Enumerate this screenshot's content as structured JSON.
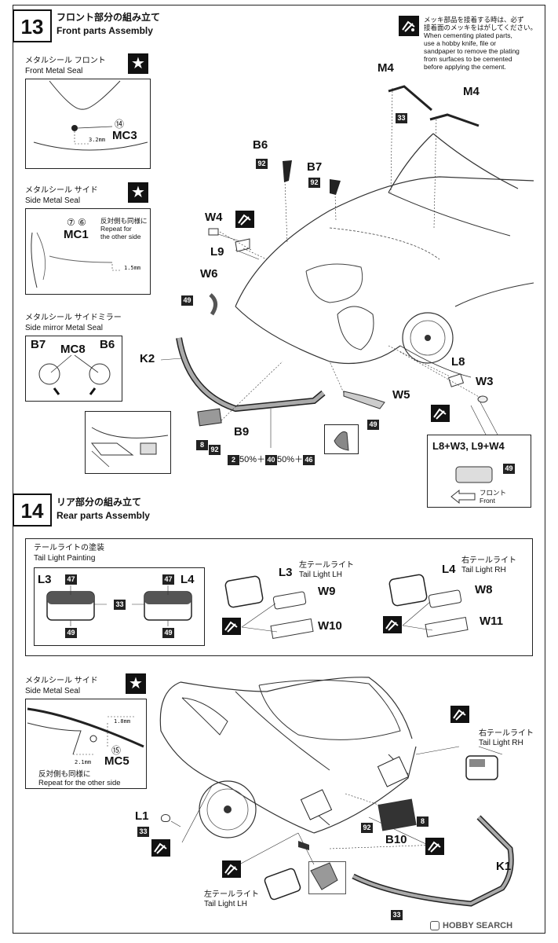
{
  "step13": {
    "number": "13",
    "title_jp": "フロント部分の組み立て",
    "title_en": "Front parts Assembly",
    "plating_note": {
      "jp_line1": "メッキ部品を接着する時は、必ず",
      "jp_line2": "接着面のメッキをはがしてください。",
      "en_lines": [
        "When cementing plated parts,",
        "use a hobby knife, file or",
        "sandpaper to remove the plating",
        "from surfaces to be cemented",
        "before applying the cement."
      ]
    },
    "seal_front": {
      "title_jp": "メタルシール フロント",
      "title_en": "Front Metal Seal",
      "num": "⑭",
      "part": "MC3",
      "dim": "3.2mm"
    },
    "seal_side": {
      "title_jp": "メタルシール サイド",
      "title_en": "Side Metal Seal",
      "nums": "⑦ ⑥",
      "part": "MC1",
      "repeat_jp": "反対側も同様に",
      "repeat_en1": "Repeat for",
      "repeat_en2": "the other side",
      "dim": "1.5mm"
    },
    "seal_mirror": {
      "title_jp": "メタルシール サイドミラー",
      "title_en": "Side mirror Metal Seal",
      "left": "B7",
      "center": "MC8",
      "right": "B6"
    },
    "parts": {
      "m4a": "M4",
      "m4b": "M4",
      "c33": "33",
      "b6": "B6",
      "c92a": "92",
      "b7": "B7",
      "c92b": "92",
      "w4": "W4",
      "l9": "L9",
      "w6": "W6",
      "c49a": "49",
      "k2": "K2",
      "b9": "B9",
      "c8": "8",
      "c92c": "92",
      "w5": "W5",
      "c49b": "49",
      "l8": "L8",
      "w3": "W3"
    },
    "mix": {
      "a": "2",
      "t1": "50%＋",
      "b": "40",
      "t2": "50%＋",
      "c": "46"
    },
    "inset": {
      "title": "L8+W3, L9+W4",
      "code": "49",
      "front_jp": "フロント",
      "front_en": "Front"
    }
  },
  "step14": {
    "number": "14",
    "title_jp": "リア部分の組み立て",
    "title_en": "Rear parts Assembly",
    "taillight_paint": {
      "title_jp": "テールライトの塗装",
      "title_en": "Tail Light Painting",
      "left": "L3",
      "right": "L4",
      "top_code": "47",
      "mid_code": "33",
      "bottom_code": "49"
    },
    "lh_group": {
      "part": "L3",
      "jp": "左テールライト",
      "en": "Tail Light  LH",
      "w_a": "W9",
      "w_b": "W10"
    },
    "rh_group": {
      "part": "L4",
      "jp": "右テールライト",
      "en": "Tail Light  RH",
      "w_a": "W8",
      "w_b": "W11"
    },
    "seal_side": {
      "title_jp": "メタルシール サイド",
      "title_en": "Side Metal Seal",
      "dim1": "1.8mm",
      "dim2": "2.1mm",
      "num": "⑮",
      "part": "MC5",
      "repeat_jp": "反対側も同様に",
      "repeat_en": "Repeat for the other side"
    },
    "rh_label": {
      "jp": "右テールライト",
      "en": "Tail Light  RH"
    },
    "lh_label": {
      "jp": "左テールライト",
      "en": "Tail Light  LH"
    },
    "parts": {
      "l1": "L1",
      "c33a": "33",
      "c92": "92",
      "c8": "8",
      "b10": "B10",
      "k1": "K1",
      "c33b": "33"
    }
  },
  "watermark": "HOBBY SEARCH"
}
